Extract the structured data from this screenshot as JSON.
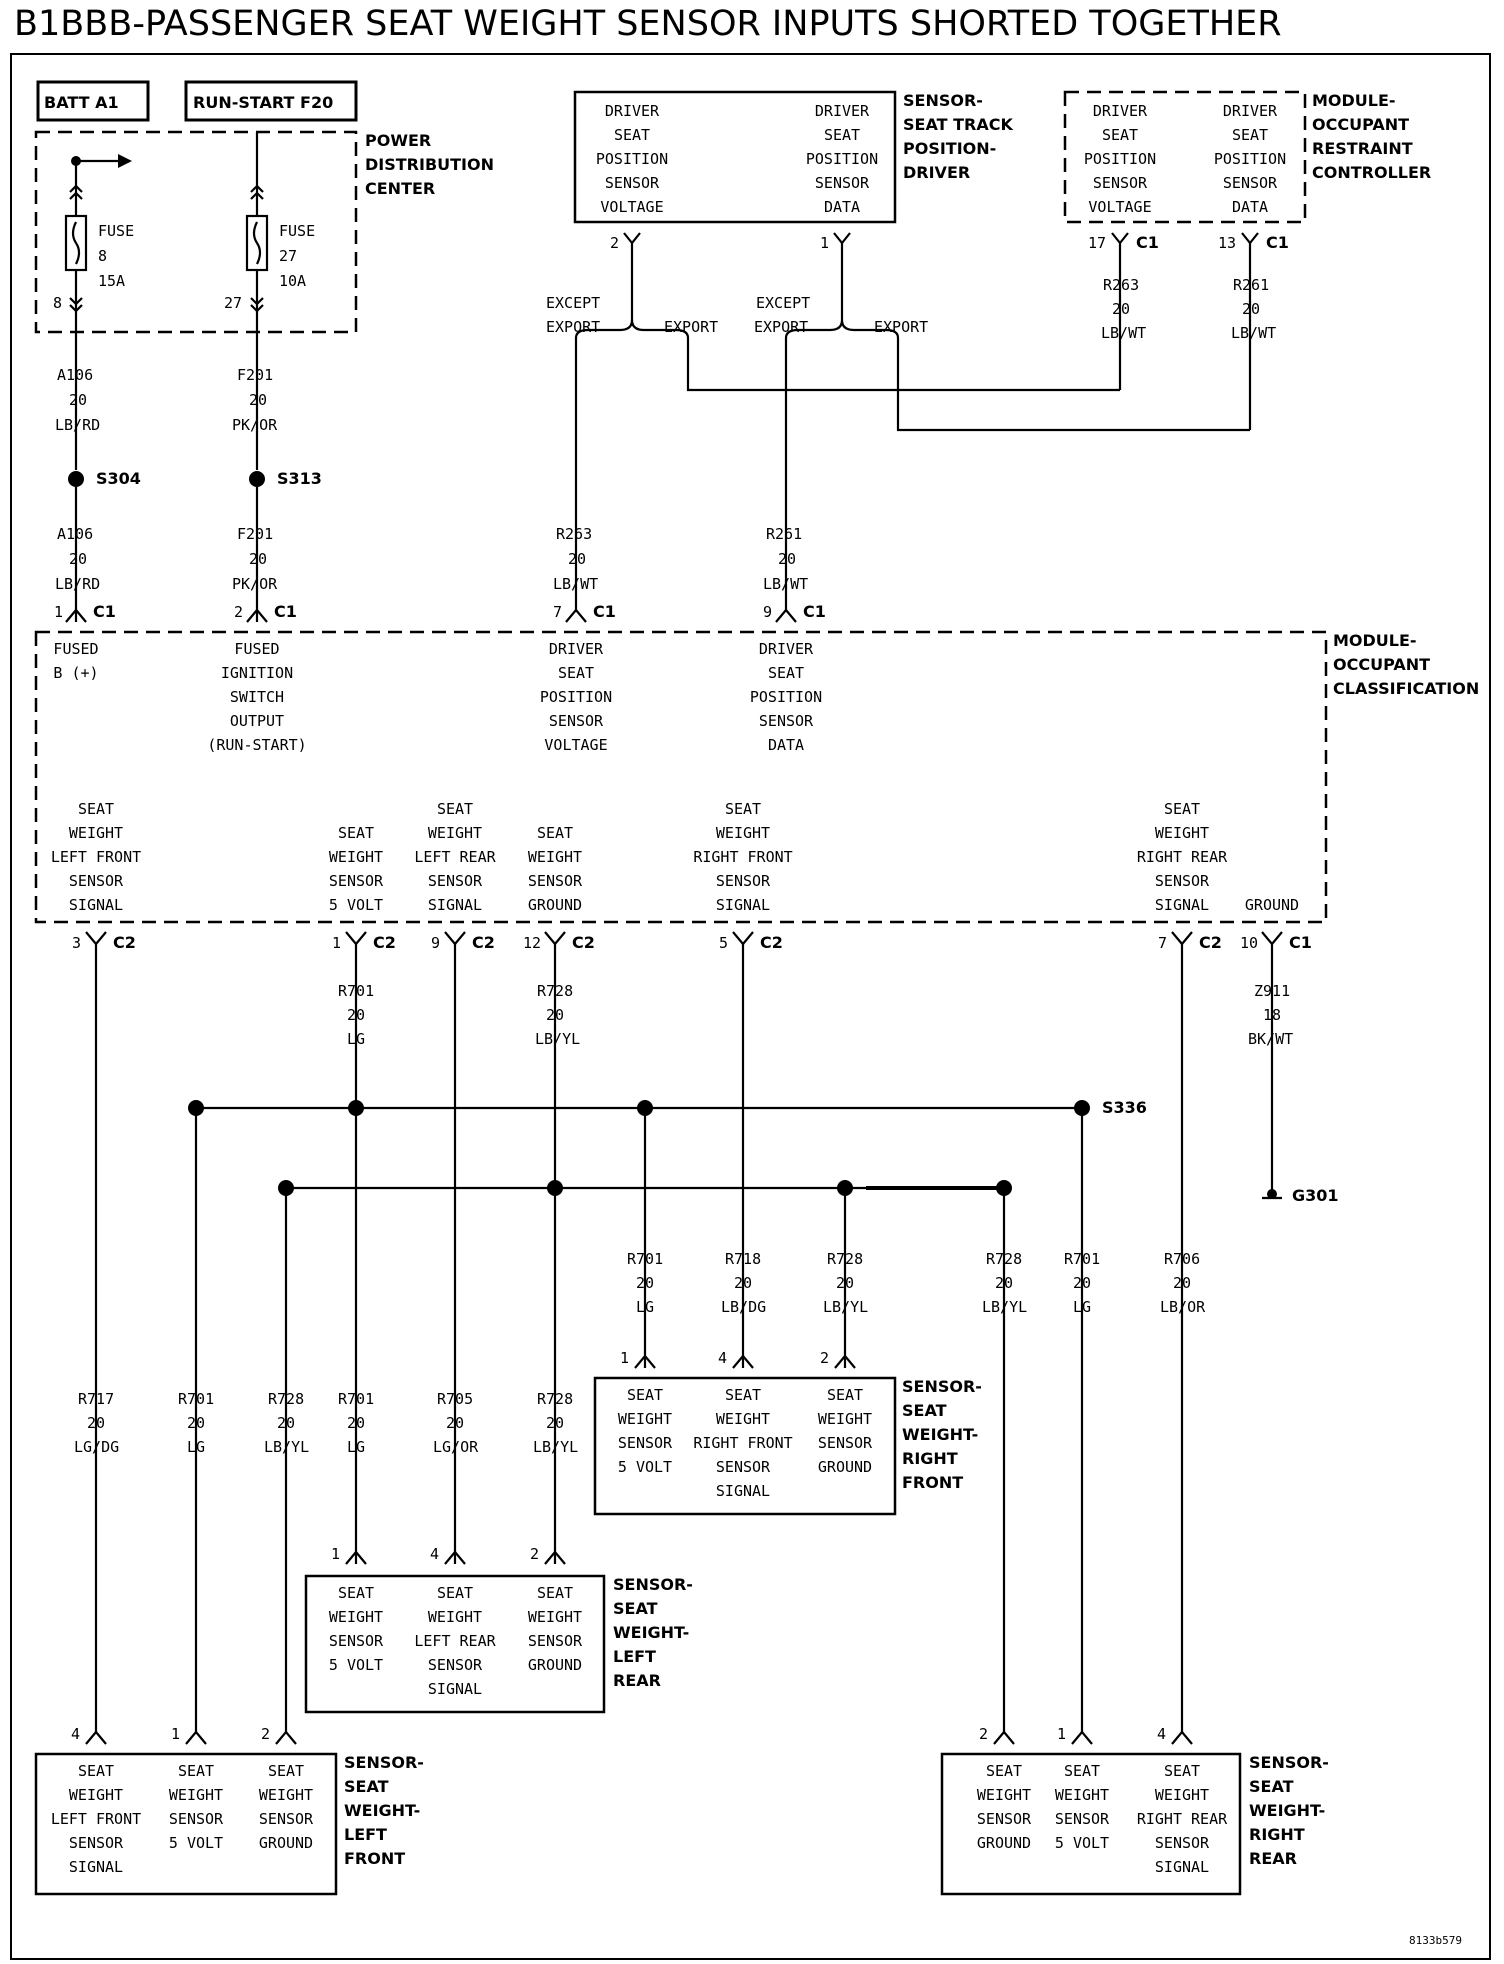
{
  "title": "B1BBB-PASSENGER SEAT WEIGHT SENSOR INPUTS SHORTED TOGETHER",
  "figure_id": "8133b579",
  "boxes": [
    {
      "label": "BATT A1"
    },
    {
      "label": "RUN-START F20"
    }
  ],
  "components": [
    {
      "name": "power-distribution-center",
      "label": [
        "POWER",
        "DISTRIBUTION",
        "CENTER"
      ]
    },
    {
      "name": "sensor-seat-track-position-driver",
      "label": [
        "SENSOR-",
        "SEAT TRACK",
        "POSITION-",
        "DRIVER"
      ],
      "pins": [
        [
          "DRIVER",
          "SEAT",
          "POSITION",
          "SENSOR",
          "VOLTAGE"
        ],
        [
          "DRIVER",
          "SEAT",
          "POSITION",
          "SENSOR",
          "DATA"
        ]
      ]
    },
    {
      "name": "module-occupant-restraint-controller",
      "label": [
        "MODULE-",
        "OCCUPANT",
        "RESTRAINT",
        "CONTROLLER"
      ],
      "pins": [
        [
          "DRIVER",
          "SEAT",
          "POSITION",
          "SENSOR",
          "VOLTAGE"
        ],
        [
          "DRIVER",
          "SEAT",
          "POSITION",
          "SENSOR",
          "DATA"
        ]
      ]
    },
    {
      "name": "module-occupant-classification",
      "label": [
        "MODULE-",
        "OCCUPANT",
        "CLASSIFICATION"
      ],
      "pins_top": [
        [
          "FUSED",
          "B (+)"
        ],
        [
          "FUSED",
          "IGNITION",
          "SWITCH",
          "OUTPUT",
          "(RUN-START)"
        ],
        [
          "DRIVER",
          "SEAT",
          "POSITION",
          "SENSOR",
          "VOLTAGE"
        ],
        [
          "DRIVER",
          "SEAT",
          "POSITION",
          "SENSOR",
          "DATA"
        ]
      ],
      "pins_bottom": [
        [
          "SEAT",
          "WEIGHT",
          "LEFT FRONT",
          "SENSOR",
          "SIGNAL"
        ],
        [
          "SEAT",
          "WEIGHT",
          "SENSOR",
          "5 VOLT"
        ],
        [
          "SEAT",
          "WEIGHT",
          "LEFT REAR",
          "SENSOR",
          "SIGNAL"
        ],
        [
          "SEAT",
          "WEIGHT",
          "SENSOR",
          "GROUND"
        ],
        [
          "SEAT",
          "WEIGHT",
          "RIGHT FRONT",
          "SENSOR",
          "SIGNAL"
        ],
        [
          "SEAT",
          "WEIGHT",
          "RIGHT REAR",
          "SENSOR",
          "SIGNAL"
        ],
        [
          "GROUND"
        ]
      ]
    },
    {
      "name": "sensor-seat-weight-right-front",
      "label": [
        "SENSOR-",
        "SEAT",
        "WEIGHT-",
        "RIGHT",
        "FRONT"
      ],
      "pins": [
        [
          "SEAT",
          "WEIGHT",
          "SENSOR",
          "5 VOLT"
        ],
        [
          "SEAT",
          "WEIGHT",
          "RIGHT FRONT",
          "SENSOR",
          "SIGNAL"
        ],
        [
          "SEAT",
          "WEIGHT",
          "SENSOR",
          "GROUND"
        ]
      ]
    },
    {
      "name": "sensor-seat-weight-left-rear",
      "label": [
        "SENSOR-",
        "SEAT",
        "WEIGHT-",
        "LEFT",
        "REAR"
      ],
      "pins": [
        [
          "SEAT",
          "WEIGHT",
          "SENSOR",
          "5 VOLT"
        ],
        [
          "SEAT",
          "WEIGHT",
          "LEFT REAR",
          "SENSOR",
          "SIGNAL"
        ],
        [
          "SEAT",
          "WEIGHT",
          "SENSOR",
          "GROUND"
        ]
      ]
    },
    {
      "name": "sensor-seat-weight-left-front",
      "label": [
        "SENSOR-",
        "SEAT",
        "WEIGHT-",
        "LEFT",
        "FRONT"
      ],
      "pins": [
        [
          "SEAT",
          "WEIGHT",
          "LEFT FRONT",
          "SENSOR",
          "SIGNAL"
        ],
        [
          "SEAT",
          "WEIGHT",
          "SENSOR",
          "5 VOLT"
        ],
        [
          "SEAT",
          "WEIGHT",
          "SENSOR",
          "GROUND"
        ]
      ]
    },
    {
      "name": "sensor-seat-weight-right-rear",
      "label": [
        "SENSOR-",
        "SEAT",
        "WEIGHT-",
        "RIGHT",
        "REAR"
      ],
      "pins": [
        [
          "SEAT",
          "WEIGHT",
          "SENSOR",
          "GROUND"
        ],
        [
          "SEAT",
          "WEIGHT",
          "SENSOR",
          "5 VOLT"
        ],
        [
          "SEAT",
          "WEIGHT",
          "RIGHT REAR",
          "SENSOR",
          "SIGNAL"
        ]
      ]
    }
  ],
  "fuses": [
    {
      "label": [
        "FUSE",
        "8",
        "15A"
      ],
      "cavity": "8"
    },
    {
      "label": [
        "FUSE",
        "27",
        "10A"
      ],
      "cavity": "27"
    }
  ],
  "wires": [
    [
      "A106",
      "20",
      "LB/RD"
    ],
    [
      "F201",
      "20",
      "PK/OR"
    ],
    [
      "A106",
      "20",
      "LB/RD"
    ],
    [
      "F201",
      "20",
      "PK/OR"
    ],
    [
      "R263",
      "20",
      "LB/WT"
    ],
    [
      "R261",
      "20",
      "LB/WT"
    ],
    [
      "R263",
      "20",
      "LB/WT"
    ],
    [
      "R261",
      "20",
      "LB/WT"
    ],
    [
      "R701",
      "20",
      "LG"
    ],
    [
      "R728",
      "20",
      "LB/YL"
    ],
    [
      "Z911",
      "18",
      "BK/WT"
    ],
    [
      "R701",
      "20",
      "LG"
    ],
    [
      "R718",
      "20",
      "LB/DG"
    ],
    [
      "R728",
      "20",
      "LB/YL"
    ],
    [
      "R728",
      "20",
      "LB/YL"
    ],
    [
      "R701",
      "20",
      "LG"
    ],
    [
      "R706",
      "20",
      "LB/OR"
    ],
    [
      "R717",
      "20",
      "LG/DG"
    ],
    [
      "R701",
      "20",
      "LG"
    ],
    [
      "R728",
      "20",
      "LB/YL"
    ],
    [
      "R701",
      "20",
      "LG"
    ],
    [
      "R705",
      "20",
      "LG/OR"
    ],
    [
      "R728",
      "20",
      "LB/YL"
    ]
  ],
  "splices": [
    "S304",
    "S313",
    "S336"
  ],
  "ground": "G301",
  "routing_labels": [
    "EXCEPT",
    "EXPORT",
    "EXPORT",
    "EXCEPT",
    "EXPORT",
    "EXPORT"
  ],
  "connector_pins": [
    [
      "2",
      ""
    ],
    [
      "1",
      ""
    ],
    [
      "17",
      "C1"
    ],
    [
      "13",
      "C1"
    ],
    [
      "1",
      "C1"
    ],
    [
      "2",
      "C1"
    ],
    [
      "7",
      "C1"
    ],
    [
      "9",
      "C1"
    ],
    [
      "3",
      "C2"
    ],
    [
      "1",
      "C2"
    ],
    [
      "9",
      "C2"
    ],
    [
      "12",
      "C2"
    ],
    [
      "5",
      "C2"
    ],
    [
      "7",
      "C2"
    ],
    [
      "10",
      "C1"
    ],
    [
      "1",
      ""
    ],
    [
      "4",
      ""
    ],
    [
      "2",
      ""
    ],
    [
      "1",
      ""
    ],
    [
      "4",
      ""
    ],
    [
      "2",
      ""
    ],
    [
      "4",
      ""
    ],
    [
      "1",
      ""
    ],
    [
      "2",
      ""
    ],
    [
      "2",
      ""
    ],
    [
      "1",
      ""
    ],
    [
      "4",
      ""
    ]
  ],
  "cavities": [
    "8",
    "27"
  ]
}
